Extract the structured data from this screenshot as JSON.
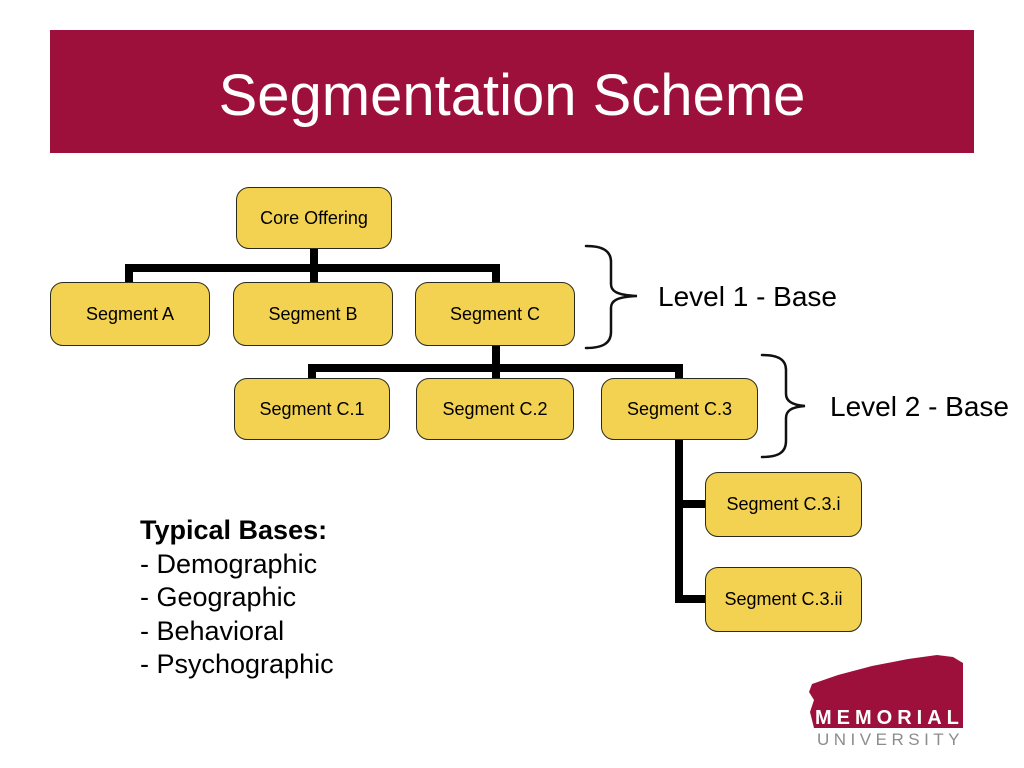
{
  "title": {
    "text": "Segmentation Scheme"
  },
  "colors": {
    "banner_maroon": "#9D103B",
    "box_fill": "#F2D250",
    "box_border": "#2A2A1E",
    "connector": "#000000",
    "logo_maroon": "#9D103B",
    "logo_gray": "#8C8C8C"
  },
  "diagram": {
    "nodes": {
      "core": "Core Offering",
      "a": "Segment A",
      "b": "Segment B",
      "c": "Segment C",
      "c1": "Segment C.1",
      "c2": "Segment C.2",
      "c3": "Segment C.3",
      "c3i": "Segment C.3.i",
      "c3ii": "Segment C.3.ii"
    },
    "annotations": {
      "level1": "Level 1 - Base",
      "level2": "Level 2 - Base"
    }
  },
  "notes": {
    "heading": "Typical Bases:",
    "items": [
      "- Demographic",
      "- Geographic",
      "- Behavioral",
      "- Psychographic"
    ]
  },
  "logo": {
    "line1": "MEMORIAL",
    "line2": "UNIVERSITY"
  }
}
